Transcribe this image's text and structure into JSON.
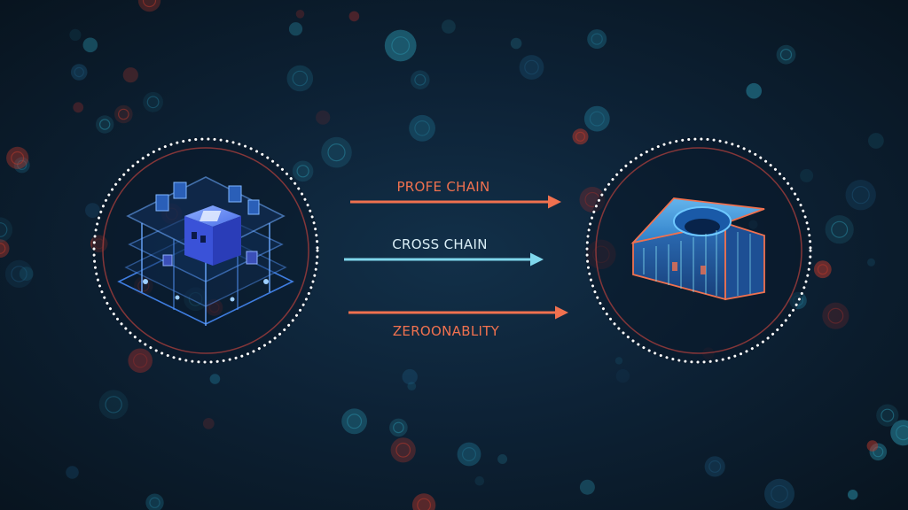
{
  "colors": {
    "background": "#0d2236",
    "orange": "#f0714f",
    "cyan": "#7fd7ec",
    "blue": "#3b6ef0",
    "ring_dots": "#ffffff",
    "ring_inner": "#9a3b3b"
  },
  "flows": [
    {
      "label": "PROFE CHAIN",
      "color": "#f0714f"
    },
    {
      "label": "CROSS CHAIN",
      "color": "#7fd7ec"
    },
    {
      "label": "ZEROONABLITY",
      "color": "#f0714f"
    }
  ],
  "nodes": {
    "source": {
      "icon": "blockchain-network-icon"
    },
    "target": {
      "icon": "ring-token-block-icon"
    }
  }
}
